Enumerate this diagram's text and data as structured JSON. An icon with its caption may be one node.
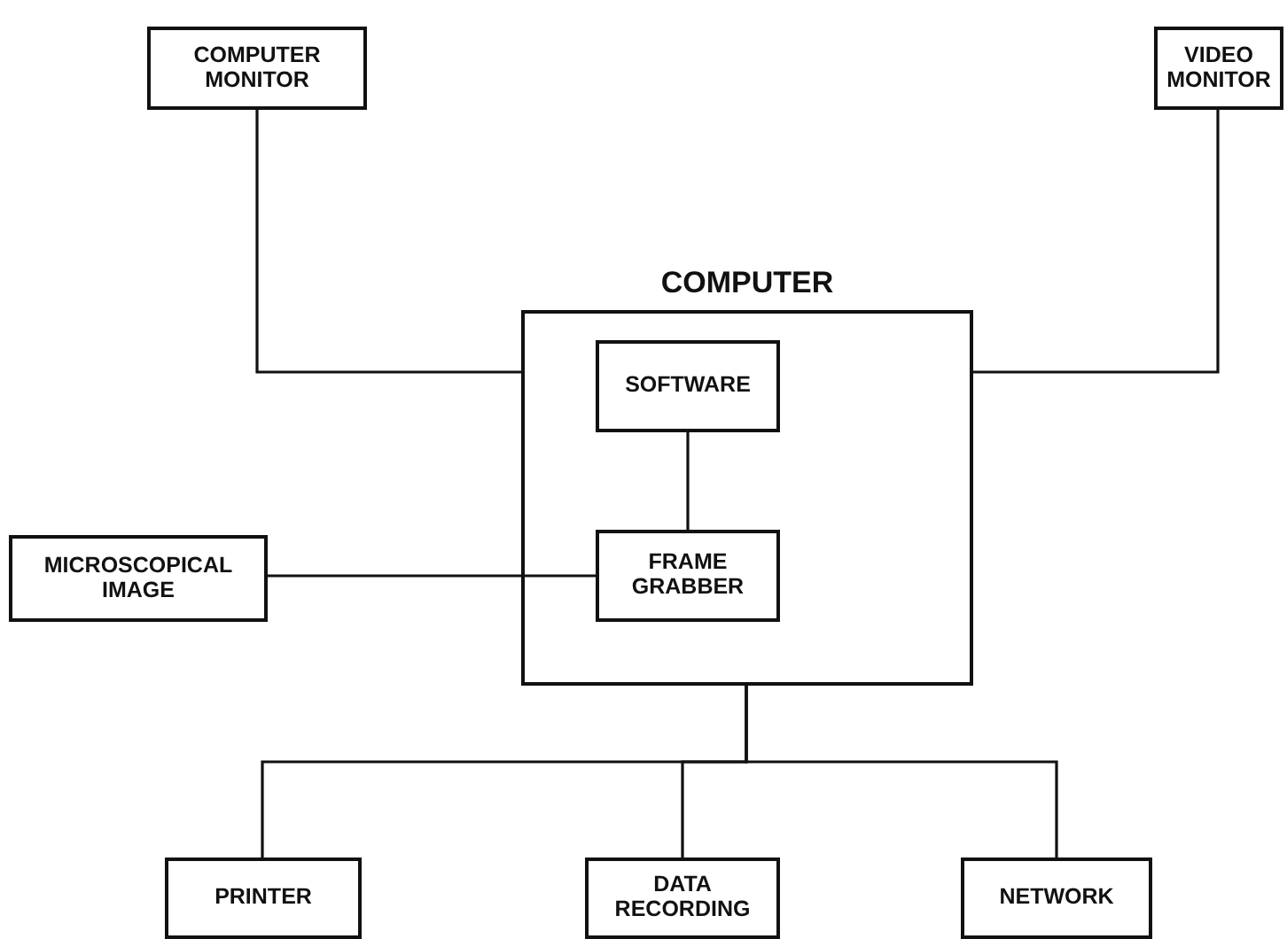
{
  "diagram": {
    "nodes": [
      {
        "text": [
          "COMPUTER MONITOR"
        ]
      },
      {
        "text": [
          "VIDEO MONITOR"
        ]
      },
      {
        "text": [
          "COMPUTER"
        ]
      },
      {
        "text": [
          "SOFTWARE"
        ],
        "in": 2
      },
      {
        "text": [
          "FRAME GRABBER"
        ],
        "in": 2
      },
      {
        "text": [
          "MICROSCOPICAL IMAGE"
        ]
      },
      {
        "text": [
          "PRINTER"
        ]
      },
      {
        "text": [
          "DATA RECORDING"
        ]
      },
      {
        "text": [
          "NETWORK"
        ]
      }
    ],
    "edges": [
      {
        "from": 0,
        "to": 2,
        "arrow": "none"
      },
      {
        "from": 2,
        "to": 1,
        "arrow": "none"
      },
      {
        "from": 3,
        "to": 4,
        "arrow": "none"
      },
      {
        "from": 5,
        "to": 4,
        "arrow": "none"
      },
      {
        "from": 2,
        "to": 6,
        "arrow": "none"
      },
      {
        "from": 2,
        "to": 7,
        "arrow": "none"
      },
      {
        "from": 2,
        "to": 8,
        "arrow": "none"
      }
    ]
  }
}
